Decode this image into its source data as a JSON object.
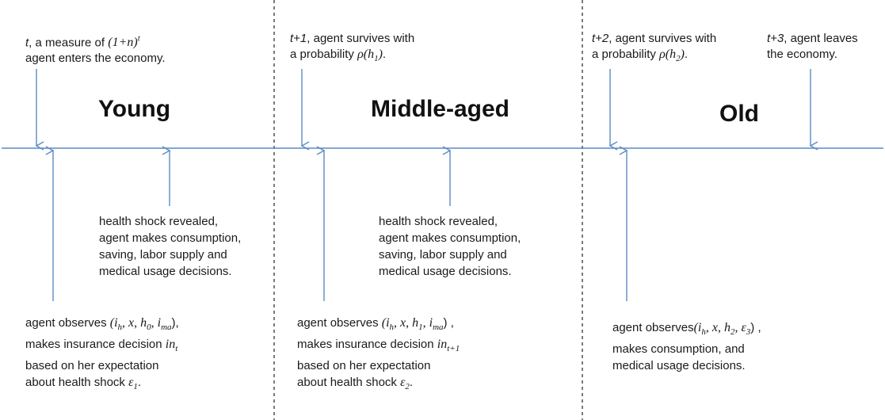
{
  "colors": {
    "axis": "#5b8bc4",
    "arrow": "#5b8bc4",
    "divider": "#333333",
    "text": "#1a1a1a"
  },
  "stages": {
    "young": "Young",
    "middle": "Middle-aged",
    "old": "Old"
  },
  "top": {
    "t": {
      "time": "t",
      "rest": ", a measure of",
      "formula": "(1+n)",
      "formula_sup": "t",
      "line2": "agent enters the economy."
    },
    "t1": {
      "time": "t+1",
      "rest": ", agent survives with",
      "line2_prefix": "a probability ",
      "formula": "ρ(h",
      "formula_sub": "1",
      "formula_end": ")",
      "line2_suffix": "."
    },
    "t2": {
      "time": "t+2",
      "rest": ", agent survives with",
      "line2_prefix": "a probability ",
      "formula": "ρ(h",
      "formula_sub": "2",
      "formula_end": ")",
      "line2_suffix": "."
    },
    "t3": {
      "time": "t+3",
      "rest": ", agent leaves",
      "line2": "the economy."
    }
  },
  "decision": {
    "young": [
      "health shock revealed,",
      "agent makes consumption,",
      "saving, labor supply and",
      "medical usage decisions."
    ],
    "middle": [
      "health shock revealed,",
      "agent makes consumption,",
      "saving, labor supply and",
      "medical usage decisions."
    ]
  },
  "observe": {
    "young": {
      "prefix": "agent observes ",
      "formula": "(i",
      "sub1": "h",
      "mid1": ", x, h",
      "sub2": "0",
      "mid2": ", i",
      "sub3": "ma",
      "end": "),",
      "line2_prefix": "makes insurance decision ",
      "decision_var": "in",
      "decision_sub": "t",
      "line3": "based on her expectation",
      "line4_prefix": "about health shock ",
      "shock": "ε",
      "shock_sub": "1",
      "line4_suffix": "."
    },
    "middle": {
      "prefix": "agent observes ",
      "formula": "(i",
      "sub1": "h",
      "mid1": ", x, h",
      "sub2": "1",
      "mid2": ", i",
      "sub3": "ma",
      "end": ") ,",
      "line2_prefix": "makes insurance decision ",
      "decision_var": "in",
      "decision_sub": "t+1",
      "line3": "based on her expectation",
      "line4_prefix": "about health shock ",
      "shock": "ε",
      "shock_sub": "2",
      "line4_suffix": "."
    },
    "old": {
      "prefix": "agent observes",
      "formula": "(i",
      "sub1": "h",
      "mid1": ", x, h",
      "sub2": "2",
      "mid2": ", ε",
      "sub3": "3",
      "end": ") ,",
      "line2": "makes consumption, and",
      "line3": "medical usage decisions."
    }
  }
}
